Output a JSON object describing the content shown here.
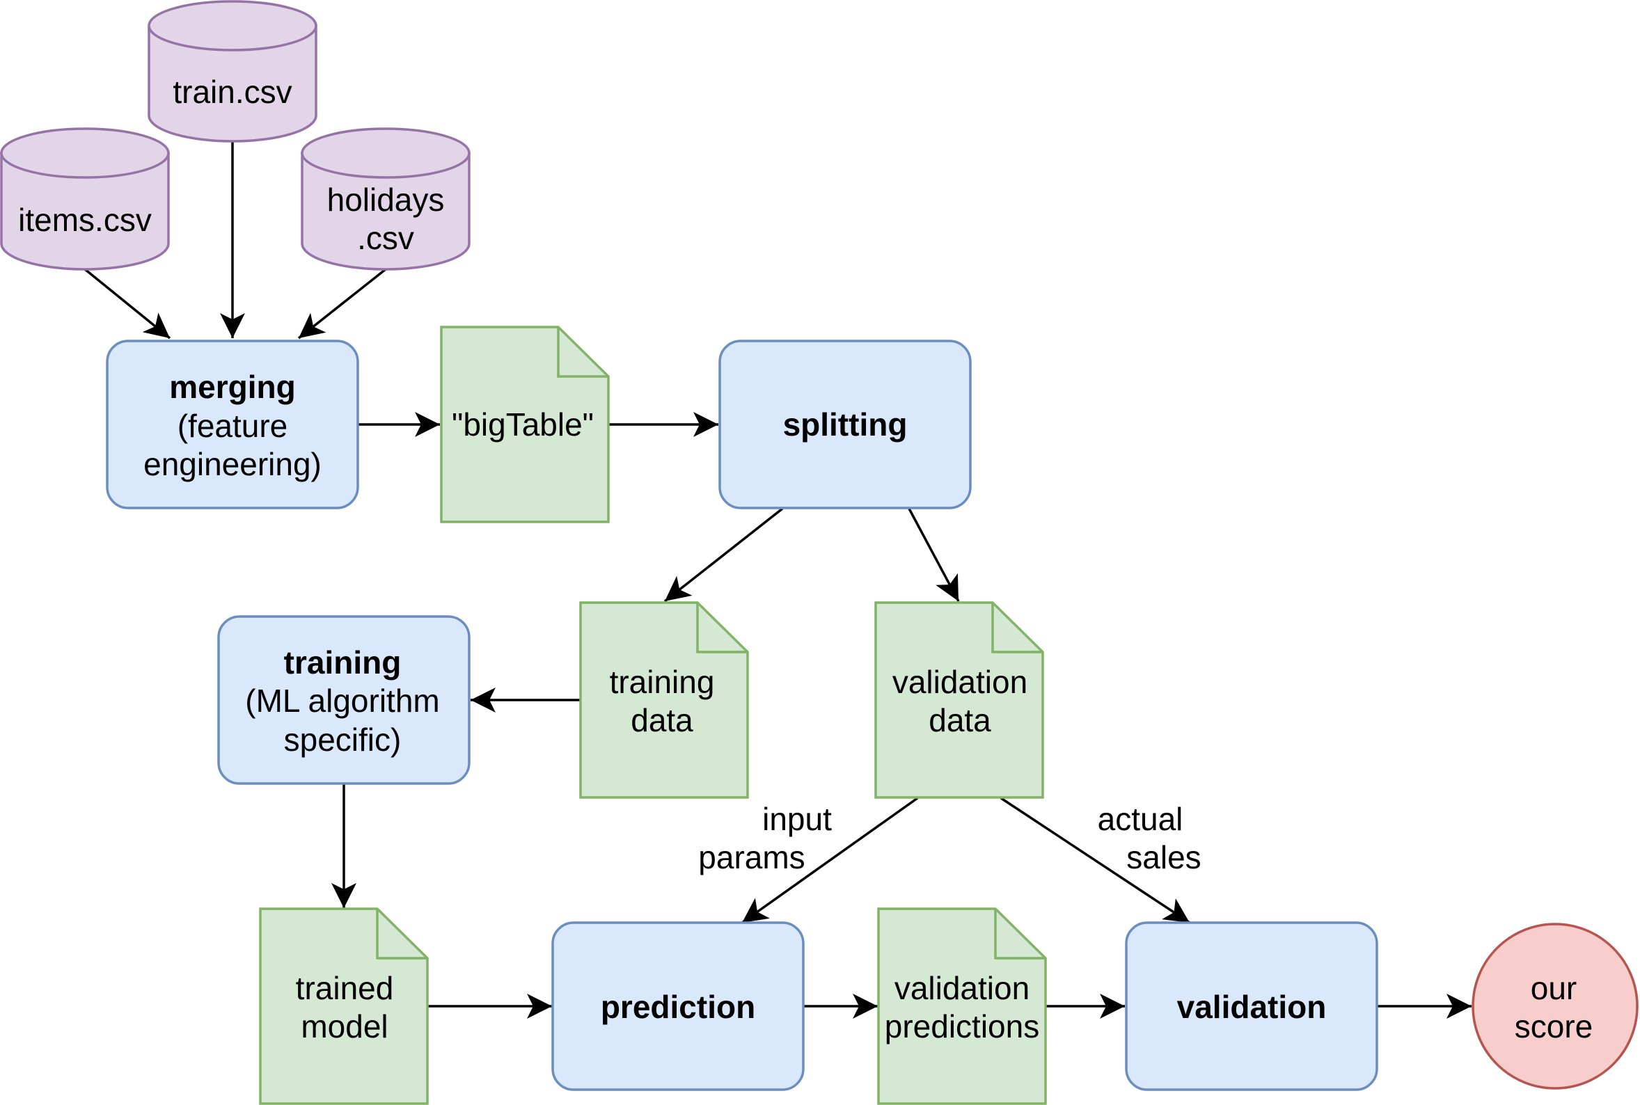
{
  "colors": {
    "datastore_fill": "#e1d5e7",
    "datastore_stroke": "#9673a6",
    "process_fill": "#dae8fc",
    "process_stroke": "#6c8ebf",
    "document_fill": "#d5e8d4",
    "document_stroke": "#82b366",
    "result_fill": "#f8cecc",
    "result_stroke": "#b85450",
    "edge": "#000000"
  },
  "datastores": {
    "train": {
      "label": "train.csv"
    },
    "items": {
      "label": "items.csv"
    },
    "holidays": {
      "line1": "holidays",
      "line2": ".csv"
    }
  },
  "processes": {
    "merging": {
      "title": "merging",
      "line2": "(feature",
      "line3": "engineering)"
    },
    "splitting": {
      "title": "splitting"
    },
    "training": {
      "title": "training",
      "line2": "(ML algorithm",
      "line3": "specific)"
    },
    "prediction": {
      "title": "prediction"
    },
    "validation": {
      "title": "validation"
    }
  },
  "documents": {
    "bigtable": {
      "label": "\"bigTable\""
    },
    "training_data": {
      "line1": "training",
      "line2": "data"
    },
    "validation_data": {
      "line1": "validation",
      "line2": "data"
    },
    "trained_model": {
      "line1": "trained",
      "line2": "model"
    },
    "validation_predictions": {
      "line1": "validation",
      "line2": "predictions"
    }
  },
  "result": {
    "line1": "our",
    "line2": "score"
  },
  "edge_labels": {
    "input_params": {
      "line1": "input",
      "line2": "params"
    },
    "actual_sales": {
      "line1": "actual",
      "line2": "sales"
    }
  }
}
